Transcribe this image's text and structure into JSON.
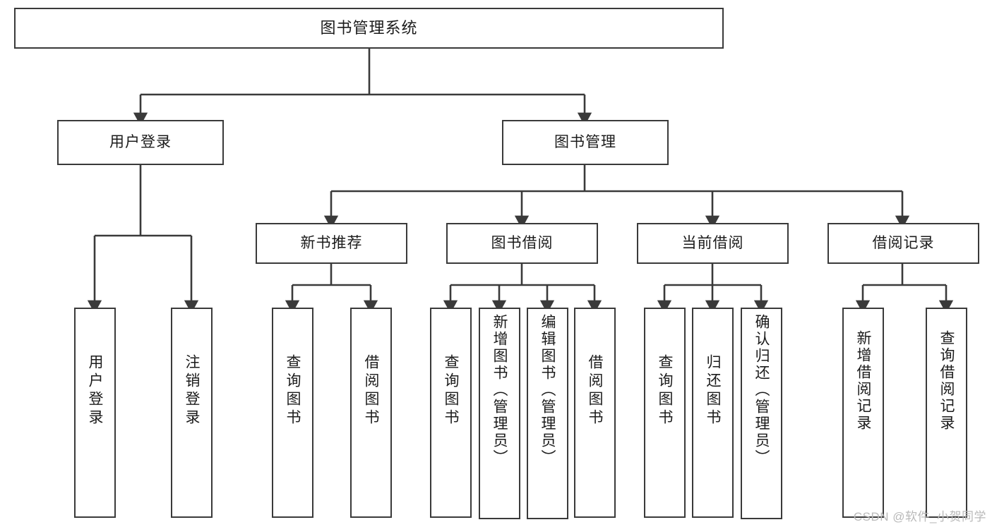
{
  "diagram": {
    "title": "图书管理系统",
    "type": "tree",
    "orientation": "top-down",
    "colors": {
      "box_border": "#3a3a3a",
      "box_fill": "#ffffff",
      "edge": "#3a3a3a",
      "text": "#1b1b1b",
      "watermark": "#b9b9b9",
      "background": "#ffffff"
    },
    "root": {
      "id": "root",
      "label": "图书管理系统"
    },
    "level1": [
      {
        "id": "user-login",
        "label": "用户登录"
      },
      {
        "id": "book-manage",
        "label": "图书管理"
      }
    ],
    "level2": [
      {
        "id": "new-book-recommend",
        "label": "新书推荐",
        "parent": "book-manage"
      },
      {
        "id": "book-borrow",
        "label": "图书借阅",
        "parent": "book-manage"
      },
      {
        "id": "current-borrow",
        "label": "当前借阅",
        "parent": "book-manage"
      },
      {
        "id": "borrow-record",
        "label": "借阅记录",
        "parent": "book-manage"
      }
    ],
    "leaves": {
      "user_login": [
        {
          "id": "leaf-user-login",
          "label": "用户登录"
        },
        {
          "id": "leaf-logout",
          "label": "注销登录"
        }
      ],
      "new_book_recommend": [
        {
          "id": "leaf-query-book-1",
          "label": "查询图书"
        },
        {
          "id": "leaf-borrow-book-1",
          "label": "借阅图书"
        }
      ],
      "book_borrow": [
        {
          "id": "leaf-query-book-2",
          "label": "查询图书"
        },
        {
          "id": "leaf-add-book",
          "label": "新增图书（管理员）"
        },
        {
          "id": "leaf-edit-book",
          "label": "编辑图书（管理员）"
        },
        {
          "id": "leaf-borrow-book-2",
          "label": "借阅图书"
        }
      ],
      "current_borrow": [
        {
          "id": "leaf-query-book-3",
          "label": "查询图书"
        },
        {
          "id": "leaf-return-book",
          "label": "归还图书"
        },
        {
          "id": "leaf-confirm-return",
          "label": "确认归还（管理员）"
        }
      ],
      "borrow_record": [
        {
          "id": "leaf-add-record",
          "label": "新增借阅记录"
        },
        {
          "id": "leaf-query-record",
          "label": "查询借阅记录"
        }
      ]
    }
  },
  "watermark": {
    "text": "CSDN @软件_小贺同学"
  }
}
